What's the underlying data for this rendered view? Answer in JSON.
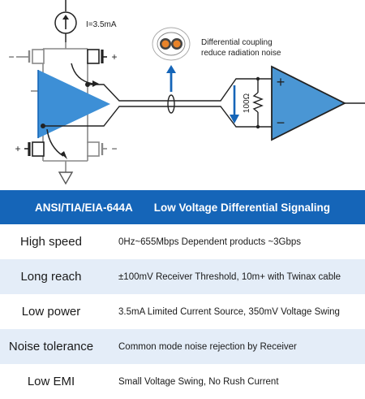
{
  "diagram": {
    "current_source_label": "I=3.5mA",
    "coupling_caption": [
      "Differential coupling",
      "reduce radiation noise"
    ],
    "resistor_label": "100Ω",
    "plus_sign": "+",
    "minus_sign": "−",
    "colors": {
      "primary_blue": "#1565b8",
      "triangle_blue": "#3d8fd6",
      "receiver_fill": "#4a96d4",
      "circuit_gray": "#888888",
      "trace_black": "#222222",
      "shaded_row": "#e4edf8"
    }
  },
  "banner": {
    "standard": "ANSI/TIA/EIA-644A",
    "title": "Low Voltage Differential Signaling"
  },
  "features": [
    {
      "name": "High speed",
      "description": "0Hz~655Mbps Dependent products ~3Gbps"
    },
    {
      "name": "Long reach",
      "description": "±100mV Receiver Threshold, 10m+ with Twinax cable"
    },
    {
      "name": "Low power",
      "description": "3.5mA Limited Current Source, 350mV Voltage Swing"
    },
    {
      "name": "Noise tolerance",
      "description": "Common mode noise rejection by Receiver"
    },
    {
      "name": "Low EMI",
      "description": "Small Voltage Swing, No Rush Current"
    }
  ]
}
